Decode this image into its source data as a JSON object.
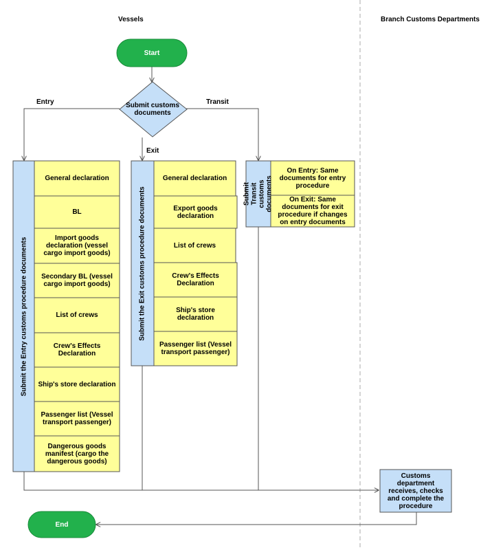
{
  "lanes": {
    "vessels": "Vessels",
    "branch_customs": "Branch Customs Departments"
  },
  "start_label": "Start",
  "end_label": "End",
  "decision_label": "Submit customs documents",
  "branches": {
    "entry": "Entry",
    "exit": "Exit",
    "transit": "Transit"
  },
  "entry_group": {
    "title": "Submit the Entry customs procedure documents",
    "items": [
      "General declaration",
      "BL",
      "Import goods declaration (vessel cargo import goods)",
      "Secondary BL (vessel cargo import goods)",
      "List of crews",
      "Crew's Effects Declaration",
      "Ship's store declaration",
      "Passenger list (Vessel transport passenger)",
      "Dangerous goods manifest (cargo the dangerous goods)"
    ]
  },
  "exit_group": {
    "title": "Submit the Exit customs procedure documents",
    "items": [
      "General declaration",
      "Export goods declaration",
      "List of crews",
      "Crew's Effects Declaration",
      "Ship's store declaration",
      "Passenger list (Vessel transport passenger)"
    ]
  },
  "transit_group": {
    "title": "Submit Transit customs documents",
    "items": [
      "On Entry: Same documents for entry procedure",
      "On Exit: Same documents for exit procedure if changes on entry documents"
    ]
  },
  "customs_box": "Customs department receives, checks and complete the procedure",
  "colors": {
    "terminal": "#22b14c",
    "process_blue": "#c5dff8",
    "doc_yellow": "#ffff99",
    "line": "#555555"
  }
}
